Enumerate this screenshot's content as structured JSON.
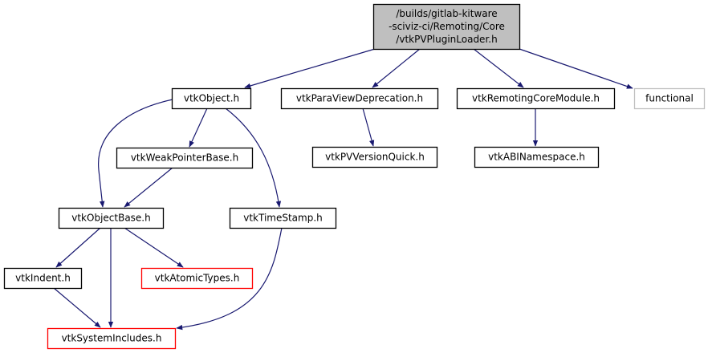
{
  "diagram": {
    "type": "include-dependency-graph",
    "colors": {
      "edge": "#191970",
      "root_fill": "#bfbfbf",
      "node_fill": "#ffffff",
      "node_border": "#000000",
      "undocumented_border": "#ff0000",
      "external_border": "#bfbfbf"
    },
    "nodes": [
      {
        "id": "root",
        "kind": "root",
        "lines": [
          "/builds/gitlab-kitware",
          "-sciviz-ci/Remoting/Core",
          "/vtkPVPluginLoader.h"
        ]
      },
      {
        "id": "vtkObject",
        "kind": "normal",
        "lines": [
          "vtkObject.h"
        ]
      },
      {
        "id": "vtkParaViewDeprecation",
        "kind": "normal",
        "lines": [
          "vtkParaViewDeprecation.h"
        ]
      },
      {
        "id": "vtkRemotingCoreModule",
        "kind": "normal",
        "lines": [
          "vtkRemotingCoreModule.h"
        ]
      },
      {
        "id": "functional",
        "kind": "external",
        "lines": [
          "functional"
        ]
      },
      {
        "id": "vtkWeakPointerBase",
        "kind": "normal",
        "lines": [
          "vtkWeakPointerBase.h"
        ]
      },
      {
        "id": "vtkPVVersionQuick",
        "kind": "normal",
        "lines": [
          "vtkPVVersionQuick.h"
        ]
      },
      {
        "id": "vtkABINamespace",
        "kind": "normal",
        "lines": [
          "vtkABINamespace.h"
        ]
      },
      {
        "id": "vtkObjectBase",
        "kind": "normal",
        "lines": [
          "vtkObjectBase.h"
        ]
      },
      {
        "id": "vtkTimeStamp",
        "kind": "normal",
        "lines": [
          "vtkTimeStamp.h"
        ]
      },
      {
        "id": "vtkIndent",
        "kind": "normal",
        "lines": [
          "vtkIndent.h"
        ]
      },
      {
        "id": "vtkAtomicTypes",
        "kind": "undocumented",
        "lines": [
          "vtkAtomicTypes.h"
        ]
      },
      {
        "id": "vtkSystemIncludes",
        "kind": "undocumented",
        "lines": [
          "vtkSystemIncludes.h"
        ]
      }
    ],
    "edges": [
      {
        "from": "root",
        "to": "vtkObject"
      },
      {
        "from": "root",
        "to": "vtkParaViewDeprecation"
      },
      {
        "from": "root",
        "to": "vtkRemotingCoreModule"
      },
      {
        "from": "root",
        "to": "functional"
      },
      {
        "from": "vtkObject",
        "to": "vtkObjectBase"
      },
      {
        "from": "vtkObject",
        "to": "vtkWeakPointerBase"
      },
      {
        "from": "vtkObject",
        "to": "vtkTimeStamp"
      },
      {
        "from": "vtkParaViewDeprecation",
        "to": "vtkPVVersionQuick"
      },
      {
        "from": "vtkRemotingCoreModule",
        "to": "vtkABINamespace"
      },
      {
        "from": "vtkWeakPointerBase",
        "to": "vtkObjectBase"
      },
      {
        "from": "vtkObjectBase",
        "to": "vtkIndent"
      },
      {
        "from": "vtkObjectBase",
        "to": "vtkSystemIncludes"
      },
      {
        "from": "vtkObjectBase",
        "to": "vtkAtomicTypes"
      },
      {
        "from": "vtkIndent",
        "to": "vtkSystemIncludes"
      },
      {
        "from": "vtkTimeStamp",
        "to": "vtkSystemIncludes"
      }
    ]
  }
}
